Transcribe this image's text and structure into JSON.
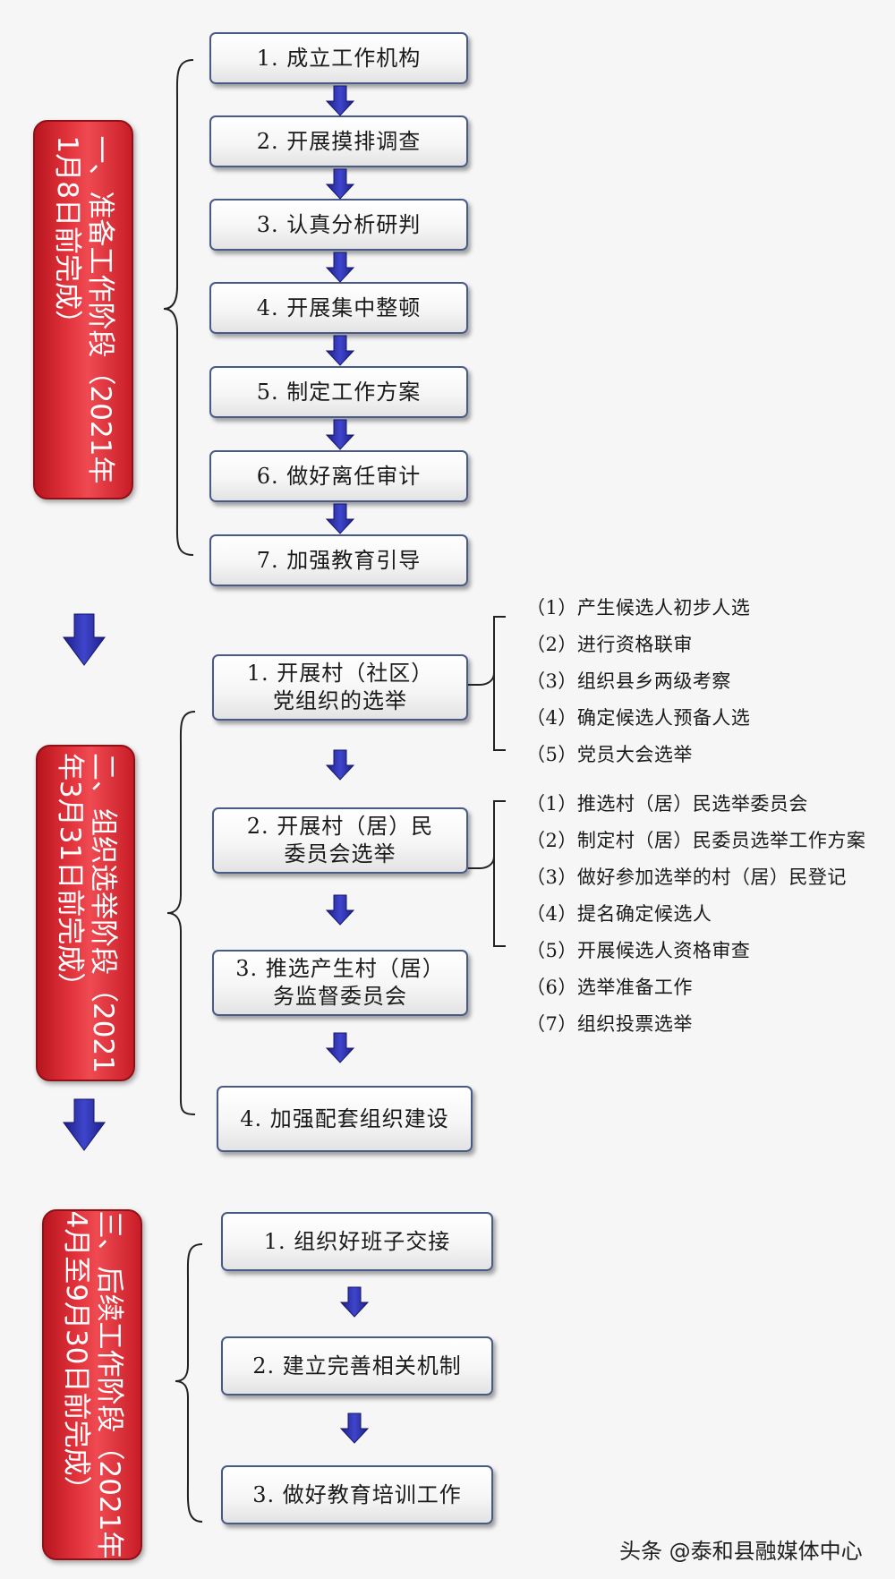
{
  "phases": [
    {
      "title": "一、准备工作阶段（2021年1月8日前完成）",
      "lines": [
        "一、准备工作阶段（2021年",
        "1月8日前完成）"
      ],
      "steps": [
        "1. 成立工作机构",
        "2. 开展摸排调查",
        "3. 认真分析研判",
        "4. 开展集中整顿",
        "5. 制定工作方案",
        "6. 做好离任审计",
        "7. 加强教育引导"
      ]
    },
    {
      "title": "二、组织选举阶段（2021年3月31日前完成）",
      "lines": [
        "二、组织选举阶段（2021",
        "年3月31日前完成）"
      ],
      "steps": [
        {
          "lines": [
            "1. 开展村（社区）",
            "党组织的选举"
          ]
        },
        {
          "lines": [
            "2. 开展村（居）民",
            "委员会选举"
          ]
        },
        {
          "lines": [
            "3. 推选产生村（居）",
            "务监督委员会"
          ]
        },
        {
          "lines": [
            "4. 加强配套组织建设"
          ]
        }
      ],
      "substeps_party": [
        "（1）产生候选人初步人选",
        "（2）进行资格联审",
        "（3）组织县乡两级考察",
        "（4）确定候选人预备人选",
        "（5）党员大会选举"
      ],
      "substeps_committee": [
        "（1）推选村（居）民选举委员会",
        "（2）制定村（居）民委员选举工作方案",
        "（3）做好参加选举的村（居）民登记",
        "（4）提名确定候选人",
        "（5）开展候选人资格审查",
        "（6）选举准备工作",
        "（7）组织投票选举"
      ]
    },
    {
      "title": "三、后续工作阶段（2021年4月至9月30日前完成）",
      "lines": [
        "三、后续工作阶段（2021年",
        "4月至9月30日前完成）"
      ],
      "steps": [
        "1. 组织好班子交接",
        "2. 建立完善相关机制",
        "3. 做好教育培训工作"
      ]
    }
  ],
  "watermark": "头条 @泰和县融媒体中心",
  "colors": {
    "phase_red": "#e3343d",
    "arrow_blue": "#2b2fa8",
    "box_border": "#4a5a86"
  }
}
